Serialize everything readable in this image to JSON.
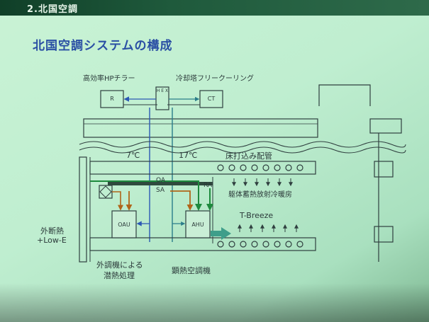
{
  "header": {
    "section_label": "2.北国空調",
    "title": "北国空調システムの構成"
  },
  "diagram": {
    "chiller_label": "高効率HPチラー",
    "free_cooling_label": "冷却塔フリークーリング",
    "box_r": "R",
    "box_hex": "H E X",
    "box_ct": "CT",
    "temp_7c": "7℃",
    "temp_17c": "17℃",
    "floor_piping": "床打込み配管",
    "radiant": "躯体蓄熱放射冷暖房",
    "oa": "OA",
    "sa": "SA",
    "ra": "RA",
    "oau": "OAU",
    "ahu": "AHU",
    "t_breeze": "T-Breeze",
    "insulation_line1": "外断熱",
    "insulation_line2": "+Low-E",
    "outdoor_unit_line1": "外調機による",
    "outdoor_unit_line2": "潜熱処理",
    "sensible_ahu": "顕熱空調機"
  }
}
